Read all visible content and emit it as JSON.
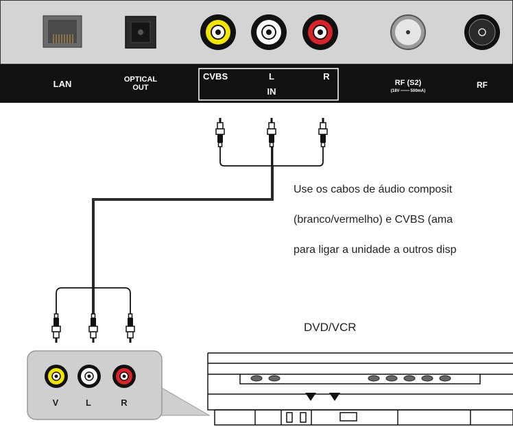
{
  "panel": {
    "lan": "LAN",
    "optical_line1": "OPTICAL",
    "optical_line2": "OUT",
    "cvbs": "CVBS",
    "l": "L",
    "r": "R",
    "in": "IN",
    "rf_s2": "RF (S2)",
    "rf_s2_sub": "(18V ═══ 500mA)",
    "rf": "RF"
  },
  "note_lines": [
    "Use os cabos de áudio composit",
    "(branco/vermelho) e CVBS (ama",
    "para ligar a unidade a outros disp"
  ],
  "device": {
    "title": "DVD/VCR",
    "jack_v": "V",
    "jack_l": "L",
    "jack_r": "R"
  },
  "colors": {
    "panel_bg": "#d4d4d4",
    "label_strip": "#111111",
    "video_yellow": "#f2e600",
    "audio_red": "#d8232a",
    "audio_white": "#ffffff"
  }
}
